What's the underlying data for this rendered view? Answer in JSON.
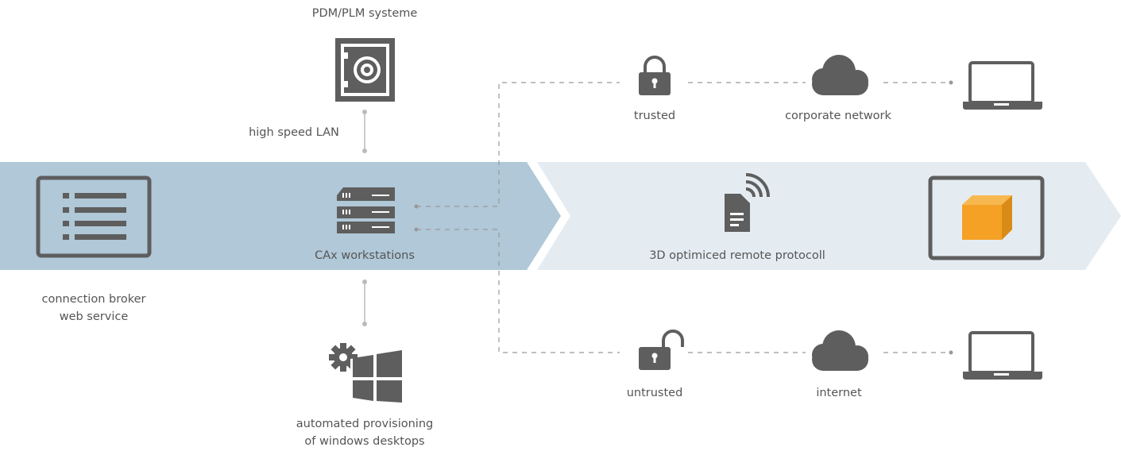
{
  "labels": {
    "pdm": "PDM/PLM systeme",
    "lan": "high speed LAN",
    "broker_line1": "connection broker",
    "broker_line2": "web service",
    "workstations": "CAx workstations",
    "protocol": "3D optimiced remote protocoll",
    "trusted": "trusted",
    "corporate": "corporate network",
    "untrusted": "untrusted",
    "internet": "internet",
    "provision_line1": "automated provisioning",
    "provision_line2": "of windows desktops"
  },
  "colors": {
    "band_dark": "#b0c8d8",
    "band_light": "#e4ecf2",
    "icon_gray": "#5e5e5e",
    "connector_gray": "#bbbbbb",
    "dash_gray": "#999999",
    "cube_orange": "#f4a126",
    "text": "#555555"
  },
  "icons": {
    "vault": "safe-icon",
    "server": "server-rack-icon",
    "broker": "list-window-icon",
    "document": "wireless-document-icon",
    "monitor": "monitor-with-cube-icon",
    "lock_closed": "lock-closed-icon",
    "lock_open": "lock-open-icon",
    "cloud": "cloud-icon",
    "laptop": "laptop-icon",
    "windows": "windows-gear-icon"
  }
}
